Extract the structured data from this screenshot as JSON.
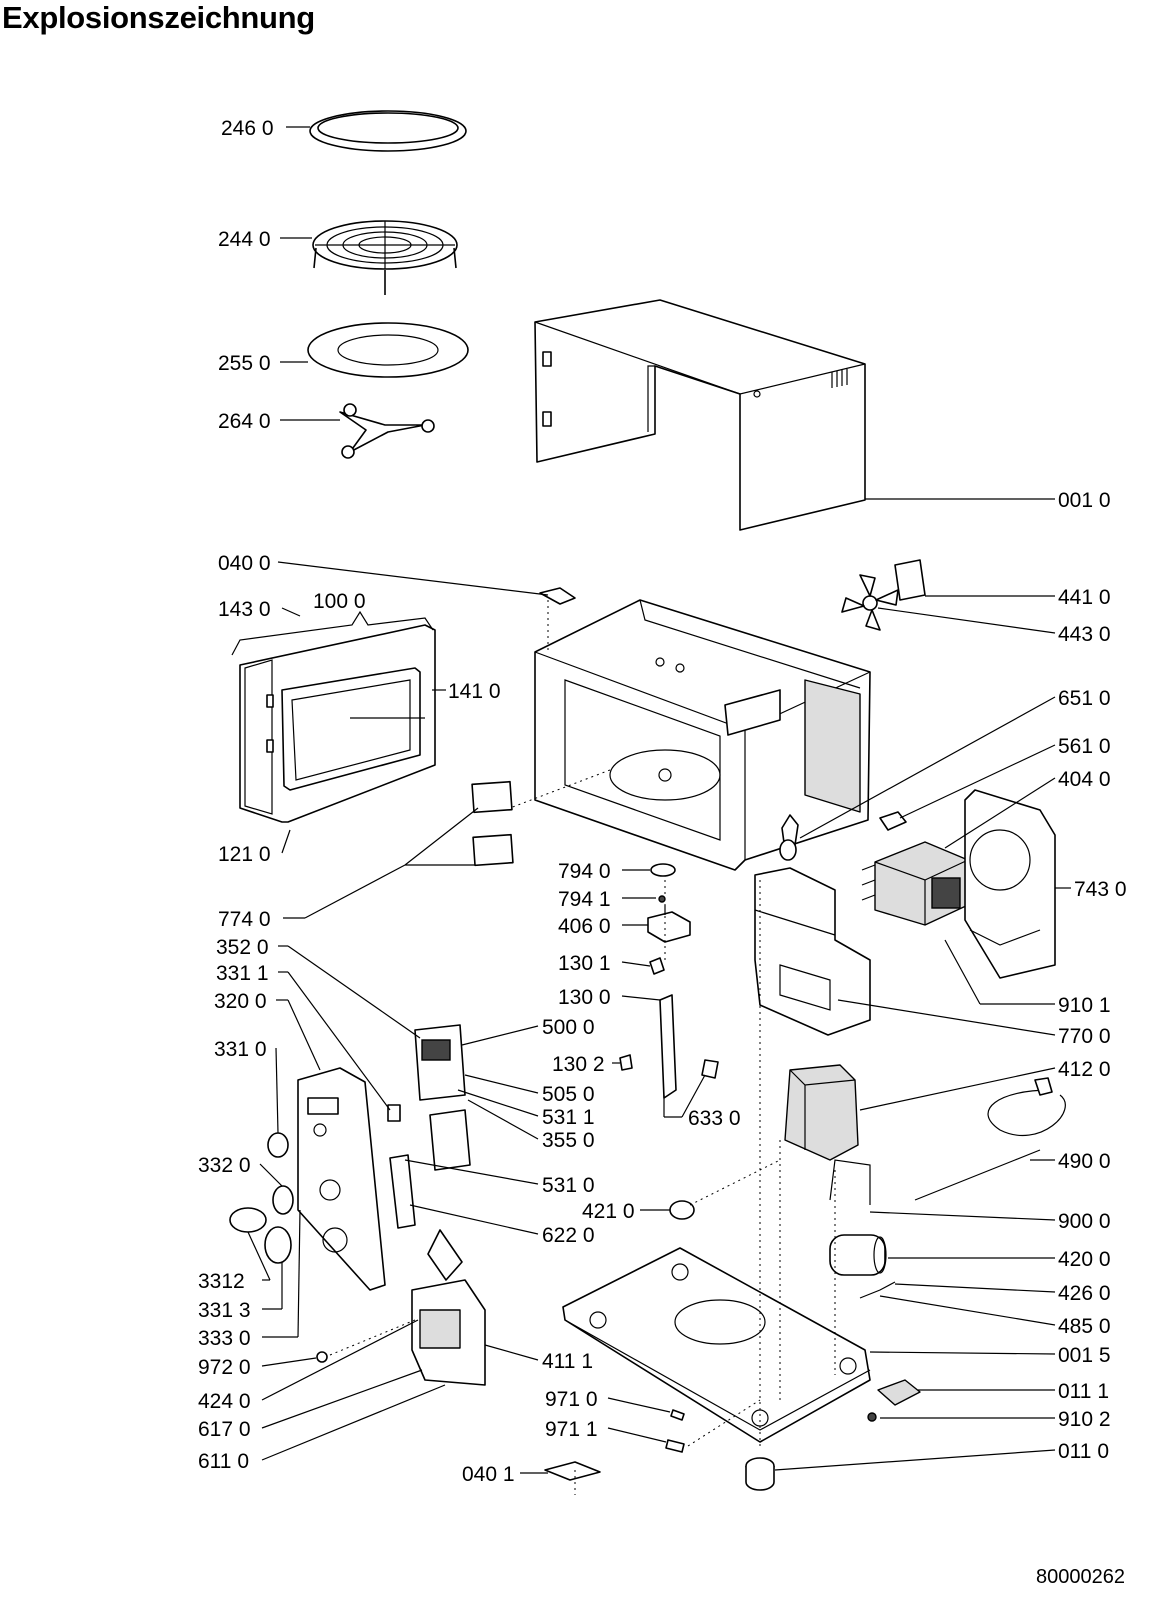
{
  "title": "Explosionszeichnung",
  "document_number": "80000262",
  "part_labels": [
    "246 0",
    "244 0",
    "255 0",
    "264 0",
    "001 0",
    "040 0",
    "100 0",
    "143 0",
    "141 0",
    "121 0",
    "441 0",
    "443 0",
    "651 0",
    "561 0",
    "404 0",
    "743 0",
    "794 0",
    "794 1",
    "406 0",
    "130 1",
    "130 0",
    "130 2",
    "633 0",
    "774 0",
    "352 0",
    "331 1",
    "320 0",
    "331 0",
    "500 0",
    "505 0",
    "531 1",
    "355 0",
    "910 1",
    "770 0",
    "412 0",
    "490 0",
    "332 0",
    "531 0",
    "622 0",
    "421 0",
    "900 0",
    "420 0",
    "426 0",
    "485 0",
    "3312",
    "331 3",
    "333 0",
    "001 5",
    "972 0",
    "411 1",
    "424 0",
    "617 0",
    "611 0",
    "971 0",
    "971 1",
    "040 1",
    "011 1",
    "910 2",
    "011 0"
  ]
}
